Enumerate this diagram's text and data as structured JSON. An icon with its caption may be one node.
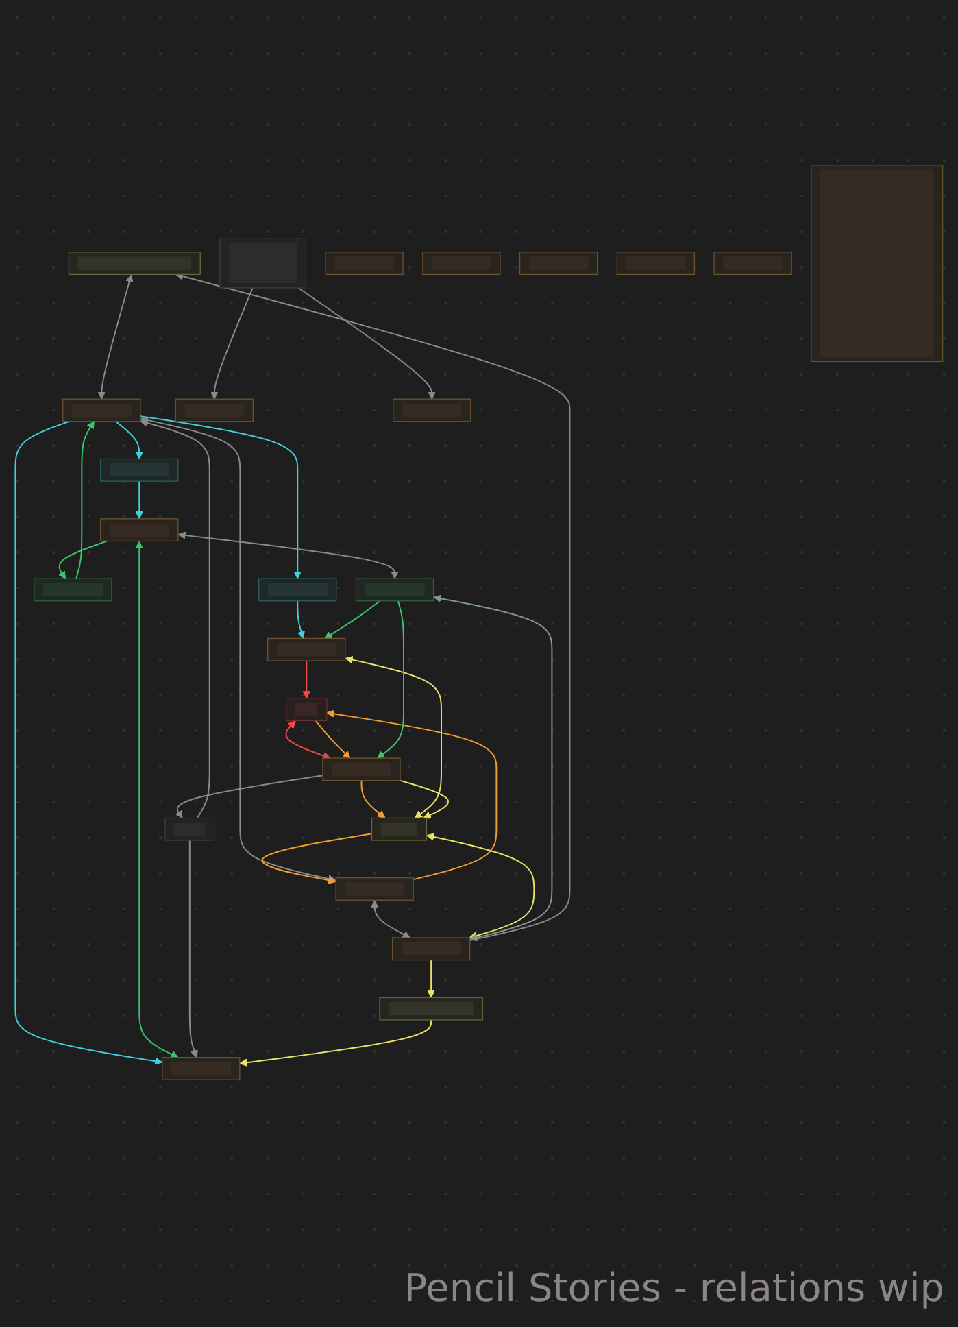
{
  "diagram": {
    "title": "Pencil Stories - relations wip",
    "nodes": [
      {
        "text": [],
        "shape": "box"
      },
      {
        "text": [],
        "shape": "box"
      },
      {
        "text": [],
        "shape": "box"
      },
      {
        "text": [],
        "shape": "box"
      },
      {
        "text": [],
        "shape": "box"
      },
      {
        "text": [],
        "shape": "box"
      },
      {
        "text": [],
        "shape": "box"
      },
      {
        "text": [],
        "shape": "box"
      },
      {
        "text": [],
        "shape": "box"
      },
      {
        "text": [],
        "shape": "box"
      },
      {
        "text": [],
        "shape": "box"
      },
      {
        "text": [],
        "shape": "box"
      },
      {
        "text": [],
        "shape": "box"
      },
      {
        "text": [],
        "shape": "box"
      },
      {
        "text": [],
        "shape": "box"
      },
      {
        "text": [],
        "shape": "box"
      },
      {
        "text": [],
        "shape": "box"
      },
      {
        "text": [],
        "shape": "box"
      },
      {
        "text": [],
        "shape": "box"
      },
      {
        "text": [],
        "shape": "box"
      },
      {
        "text": [],
        "shape": "box"
      },
      {
        "text": [],
        "shape": "box"
      },
      {
        "text": [],
        "shape": "box"
      },
      {
        "text": [],
        "shape": "box"
      },
      {
        "text": [],
        "shape": "box"
      }
    ],
    "edges": [
      {
        "from": 0,
        "to": 3,
        "arrow": "both"
      },
      {
        "from": 7,
        "to": 0,
        "arrow": "to"
      },
      {
        "from": 1,
        "to": 7,
        "arrow": "both"
      },
      {
        "from": 1,
        "to": 3,
        "arrow": "both"
      },
      {
        "from": 3,
        "to": 2,
        "arrow": "to",
        "color": "#3fd2da"
      },
      {
        "from": 2,
        "to": 4,
        "arrow": "to",
        "color": "#3fd2da"
      },
      {
        "from": 3,
        "to": 9,
        "arrow": "to",
        "color": "#3fd2da"
      },
      {
        "from": 8,
        "to": 3,
        "arrow": "to",
        "color": "#3cc56e"
      },
      {
        "from": 14,
        "to": 3,
        "arrow": "to"
      },
      {
        "from": 3,
        "to": 13,
        "arrow": "to",
        "color": "#3fd2da"
      },
      {
        "from": 10,
        "to": 8,
        "arrow": "to",
        "color": "#3cc56e"
      },
      {
        "from": 9,
        "to": 10,
        "arrow": "to",
        "color": "#3fd2da"
      },
      {
        "from": 10,
        "to": 11,
        "arrow": "both"
      },
      {
        "from": 10,
        "to": 13,
        "arrow": "both",
        "color": "#3cc56e"
      },
      {
        "from": 11,
        "to": 4,
        "arrow": "to",
        "color": "#3cc56e"
      },
      {
        "from": 4,
        "to": 5,
        "arrow": "to",
        "color": "#f04b4b"
      },
      {
        "from": 5,
        "to": 12,
        "arrow": "both",
        "color": "#f04b4b"
      },
      {
        "from": 6,
        "to": 1,
        "arrow": "to",
        "color": "#f0a033"
      },
      {
        "from": 1,
        "to": 5,
        "arrow": "to",
        "color": "#f0a033"
      },
      {
        "from": 5,
        "to": 12,
        "arrow": "to",
        "color": "#f0a033"
      },
      {
        "from": 12,
        "to": 6,
        "arrow": "to",
        "color": "#f0a033"
      },
      {
        "from": 4,
        "to": 6,
        "arrow": "both",
        "color": "#e8e268"
      },
      {
        "from": 6,
        "to": 7,
        "arrow": "both",
        "color": "#e8e268"
      },
      {
        "from": 12,
        "to": 6,
        "arrow": "to",
        "color": "#e8e268"
      },
      {
        "from": 11,
        "to": 7,
        "arrow": "both",
        "color": "#7f9a8c"
      },
      {
        "from": 7,
        "to": 15,
        "arrow": "to",
        "color": "#e8e268"
      },
      {
        "from": 11,
        "to": 12,
        "arrow": "to",
        "color": "#3cc56e"
      },
      {
        "from": 12,
        "to": 14,
        "arrow": "to"
      },
      {
        "from": 14,
        "to": 13,
        "arrow": "to"
      },
      {
        "from": 15,
        "to": 13,
        "arrow": "to",
        "color": "#e8e268"
      },
      {
        "from": 16,
        "to": 17,
        "arrow": "to"
      },
      {
        "from": 16,
        "to": 21,
        "arrow": "to"
      }
    ]
  }
}
